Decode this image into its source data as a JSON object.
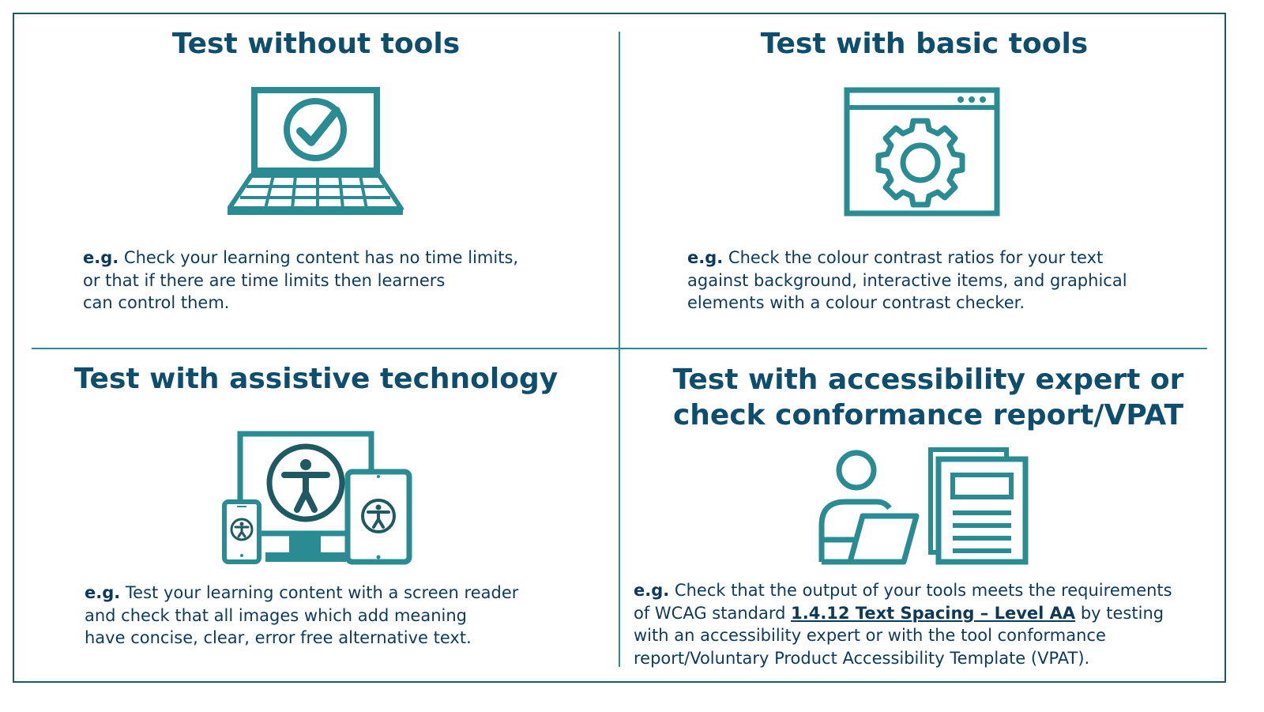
{
  "colors": {
    "teal": "#2a8c92",
    "title": "#0e4d6c",
    "text": "#0e3a5a",
    "frame": "#1f5a63"
  },
  "panels": [
    {
      "title": "Test without tools",
      "icon": "laptop-checkmark-icon",
      "lead": "e.g.",
      "lines": [
        "Check your learning content has no time limits,",
        "or that if there are time limits then learners",
        "can control them."
      ]
    },
    {
      "title": "Test with basic tools",
      "icon": "browser-gear-icon",
      "lead": "e.g.",
      "lines": [
        "Check the colour contrast ratios for your text",
        "against background, interactive items, and graphical",
        "elements with a colour contrast checker."
      ]
    },
    {
      "title": "Test with assistive technology",
      "icon": "accessibility-devices-icon",
      "lead": "e.g.",
      "lines": [
        "Test your learning content with a screen reader",
        "and check that all images which add meaning",
        "have concise, clear, error free alternative text."
      ]
    },
    {
      "title_lines": [
        "Test with accessibility expert or",
        "check conformance report/VPAT"
      ],
      "icon": "person-laptop-documents-icon",
      "lead": "e.g.",
      "line1": "Check that the output of your tools meets the requirements",
      "line2_pre": "of WCAG standard ",
      "line2_link": "1.4.12 Text Spacing – Level AA",
      "line2_post": " by testing",
      "line3": "with an accessibility expert or with the tool conformance",
      "line4": "report/Voluntary Product Accessibility Template (VPAT)."
    }
  ]
}
